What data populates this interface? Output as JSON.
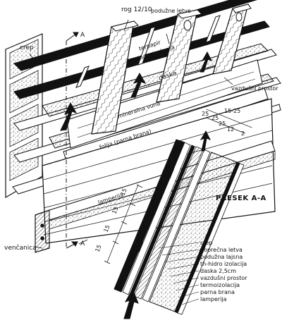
{
  "perspective_labels": {
    "crep": "crep",
    "rog": "rog 12/10",
    "poduzne_letve": "podužne letve",
    "terpapir": "terpapir",
    "hidro_izolacija": "hidro izolacija",
    "daska": "daska",
    "vazdusni_prostor": "vazdušni prostor",
    "mineralna_vuna": "mineralna vuna",
    "folija": "folija (parna brana)",
    "lamperija": "lamperija",
    "vencanica": "venčanica",
    "section_mark_top": "A",
    "section_mark_bottom": "A"
  },
  "section": {
    "title": "PRESEK A-A",
    "layers": [
      "crep",
      "poprečna letva",
      "podužna lajsna",
      "th-hidro izolacija",
      "daska 2,5cm",
      "vazdušni prostor",
      "termoizolacija",
      "parna brana",
      "lamperija"
    ],
    "top_dims": [
      "25",
      "25",
      "15-25",
      "25",
      "12",
      "2"
    ],
    "side_dims": [
      "15",
      "15",
      "15",
      "15"
    ]
  }
}
